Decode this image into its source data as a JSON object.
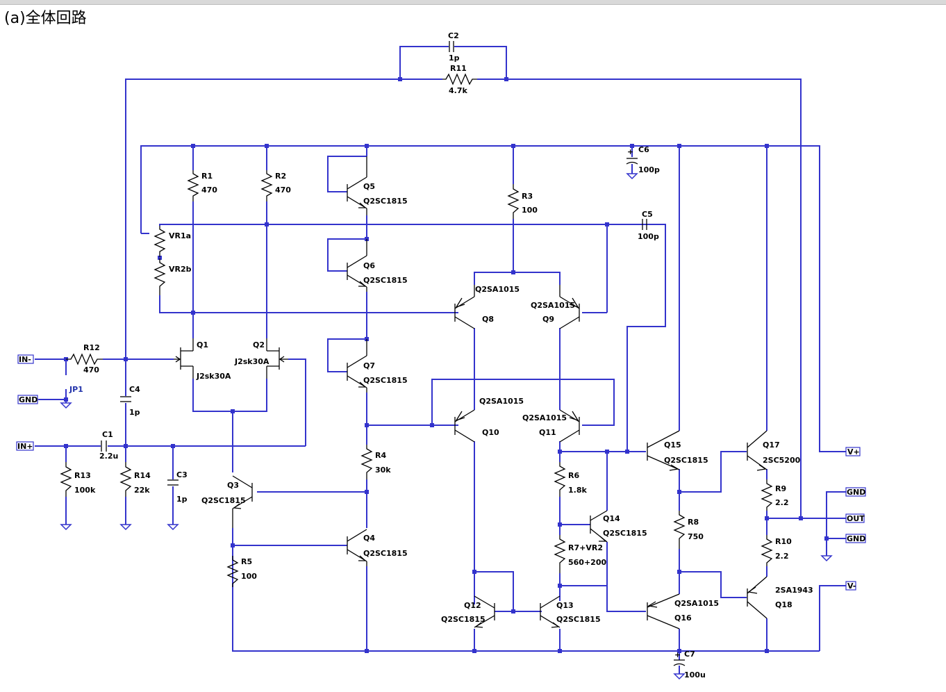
{
  "title": "(a)全体回路",
  "ports": [
    {
      "id": "in-minus",
      "label": "IN-"
    },
    {
      "id": "gnd-left",
      "label": "GND"
    },
    {
      "id": "in-plus",
      "label": "IN+"
    },
    {
      "id": "vplus",
      "label": "V+"
    },
    {
      "id": "gnd-right-1",
      "label": "GND"
    },
    {
      "id": "out",
      "label": "OUT"
    },
    {
      "id": "gnd-right-2",
      "label": "GND"
    },
    {
      "id": "vminus",
      "label": "V-"
    }
  ],
  "components": [
    {
      "ref": "C2",
      "value": "1p"
    },
    {
      "ref": "R11",
      "value": "4.7k"
    },
    {
      "ref": "C6",
      "value": "100p"
    },
    {
      "ref": "C5",
      "value": "100p"
    },
    {
      "ref": "R1",
      "value": "470"
    },
    {
      "ref": "R2",
      "value": "470"
    },
    {
      "ref": "R3",
      "value": "100"
    },
    {
      "ref": "VR1a",
      "value": ""
    },
    {
      "ref": "VR2b",
      "value": ""
    },
    {
      "ref": "Q5",
      "value": "Q2SC1815"
    },
    {
      "ref": "Q6",
      "value": "Q2SC1815"
    },
    {
      "ref": "Q7",
      "value": "Q2SC1815"
    },
    {
      "ref": "Q8",
      "value": "Q2SA1015"
    },
    {
      "ref": "Q9",
      "value": "Q2SA1015"
    },
    {
      "ref": "Q1",
      "value": "J2sk30A"
    },
    {
      "ref": "Q2",
      "value": "J2sk30A"
    },
    {
      "ref": "R12",
      "value": "470"
    },
    {
      "ref": "JP1",
      "value": ""
    },
    {
      "ref": "C4",
      "value": "1p"
    },
    {
      "ref": "C1",
      "value": "2.2u"
    },
    {
      "ref": "C3",
      "value": "1p"
    },
    {
      "ref": "R13",
      "value": "100k"
    },
    {
      "ref": "R14",
      "value": "22k"
    },
    {
      "ref": "Q10",
      "value": "Q2SA1015"
    },
    {
      "ref": "Q11",
      "value": "Q2SA1015"
    },
    {
      "ref": "R4",
      "value": "30k"
    },
    {
      "ref": "Q3",
      "value": "Q2SC1815"
    },
    {
      "ref": "Q4",
      "value": "Q2SC1815"
    },
    {
      "ref": "R5",
      "value": "100"
    },
    {
      "ref": "R6",
      "value": "1.8k"
    },
    {
      "ref": "Q14",
      "value": "Q2SC1815"
    },
    {
      "ref": "R7+VR2",
      "value": "560+200"
    },
    {
      "ref": "Q15",
      "value": "Q2SC1815"
    },
    {
      "ref": "Q17",
      "value": "2SC5200"
    },
    {
      "ref": "R9",
      "value": "2.2"
    },
    {
      "ref": "R8",
      "value": "750"
    },
    {
      "ref": "R10",
      "value": "2.2"
    },
    {
      "ref": "Q16",
      "value": "Q2SA1015"
    },
    {
      "ref": "Q18",
      "value": "2SA1943"
    },
    {
      "ref": "Q12",
      "value": "Q2SC1815"
    },
    {
      "ref": "Q13",
      "value": "Q2SC1815"
    },
    {
      "ref": "C7",
      "value": "100u"
    }
  ],
  "colors": {
    "wire": "#3333cc",
    "component": "#000000",
    "background": "#ffffff"
  }
}
